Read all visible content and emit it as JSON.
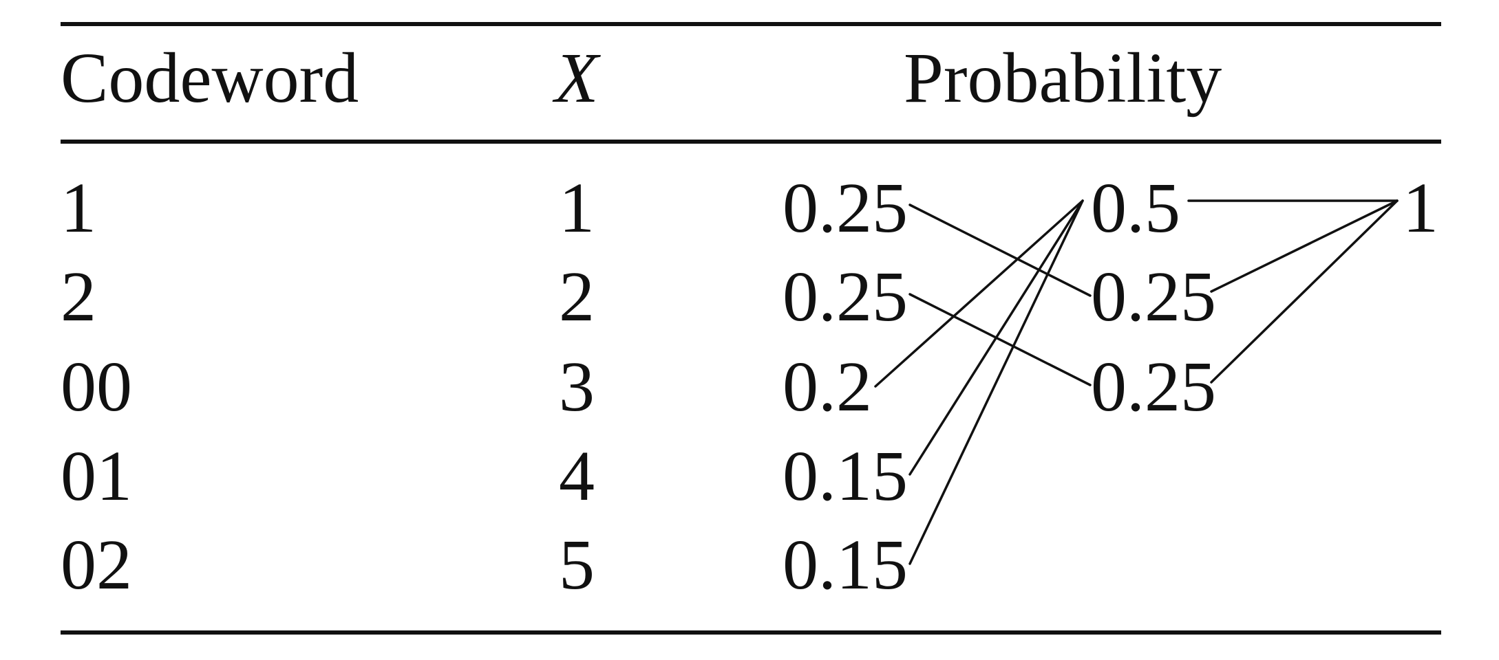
{
  "table": {
    "headers": {
      "codeword": "Codeword",
      "x": "X",
      "probability": "Probability"
    },
    "rows": [
      {
        "codeword": "1",
        "x": "1",
        "probability": "0.25"
      },
      {
        "codeword": "2",
        "x": "2",
        "probability": "0.25"
      },
      {
        "codeword": "00",
        "x": "3",
        "probability": "0.2"
      },
      {
        "codeword": "01",
        "x": "4",
        "probability": "0.15"
      },
      {
        "codeword": "02",
        "x": "5",
        "probability": "0.15"
      }
    ]
  },
  "huffman": {
    "stage2": [
      "0.5",
      "0.25",
      "0.25"
    ],
    "stage3": [
      "1"
    ]
  }
}
